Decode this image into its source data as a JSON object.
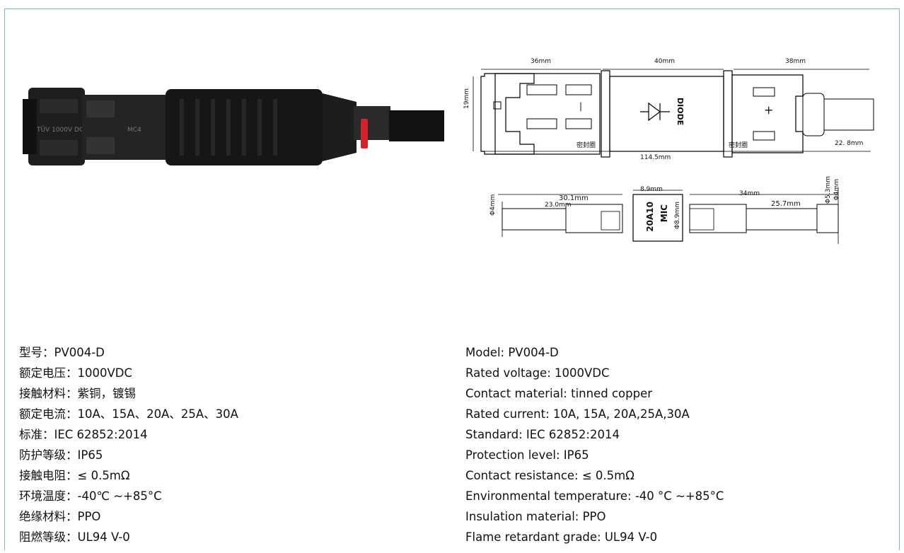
{
  "colors": {
    "frame_border": "#79c79a",
    "connector_body": "#161616",
    "latch_red": "#d8202a"
  },
  "drawing_top": {
    "dims": {
      "left": "36mm",
      "middle": "40mm",
      "right": "38mm",
      "height": "19mm",
      "total": "114.5mm",
      "tail": "22. 8mm"
    },
    "label_diode": "DIODE",
    "minus_sign": "—",
    "plus_sign": "+",
    "seal_left": "密封圈",
    "seal_right": "密封圈"
  },
  "drawing_bottom": {
    "left_dims": {
      "dia": "Φ4mm",
      "length": "30.1mm",
      "inner": "23.0mm"
    },
    "chip": {
      "width": "8.9mm",
      "height": "Φ8.9mm",
      "code1": "20A10",
      "code2": "MIC"
    },
    "right_dims": {
      "length": "34mm",
      "inner": "25.7mm",
      "dia1": "Φ5.3mm",
      "dia2": "Φ4mm"
    }
  },
  "specs_cn": [
    "型号：PV004-D",
    "额定电压：1000VDC",
    "接触材料：紫铜，镀锡",
    "额定电流：10A、15A、20A、25A、30A",
    "标准：IEC 62852:2014",
    "防护等级：IP65",
    "接触电阻：≤ 0.5mΩ",
    "环境温度：-40℃ ~+85°C",
    "绝缘材料：PPO",
    "阻燃等级：UL94 V-0"
  ],
  "specs_en": [
    "Model: PV004-D",
    "Rated voltage: 1000VDC",
    "Contact material: tinned copper",
    "Rated current: 10A, 15A, 20A,25A,30A",
    "Standard: IEC 62852:2014",
    "Protection level: IP65",
    "Contact resistance: ≤ 0.5mΩ",
    "Environmental temperature: -40 °C ~+85°C",
    "Insulation material: PPO",
    "Flame retardant grade: UL94 V-0"
  ]
}
